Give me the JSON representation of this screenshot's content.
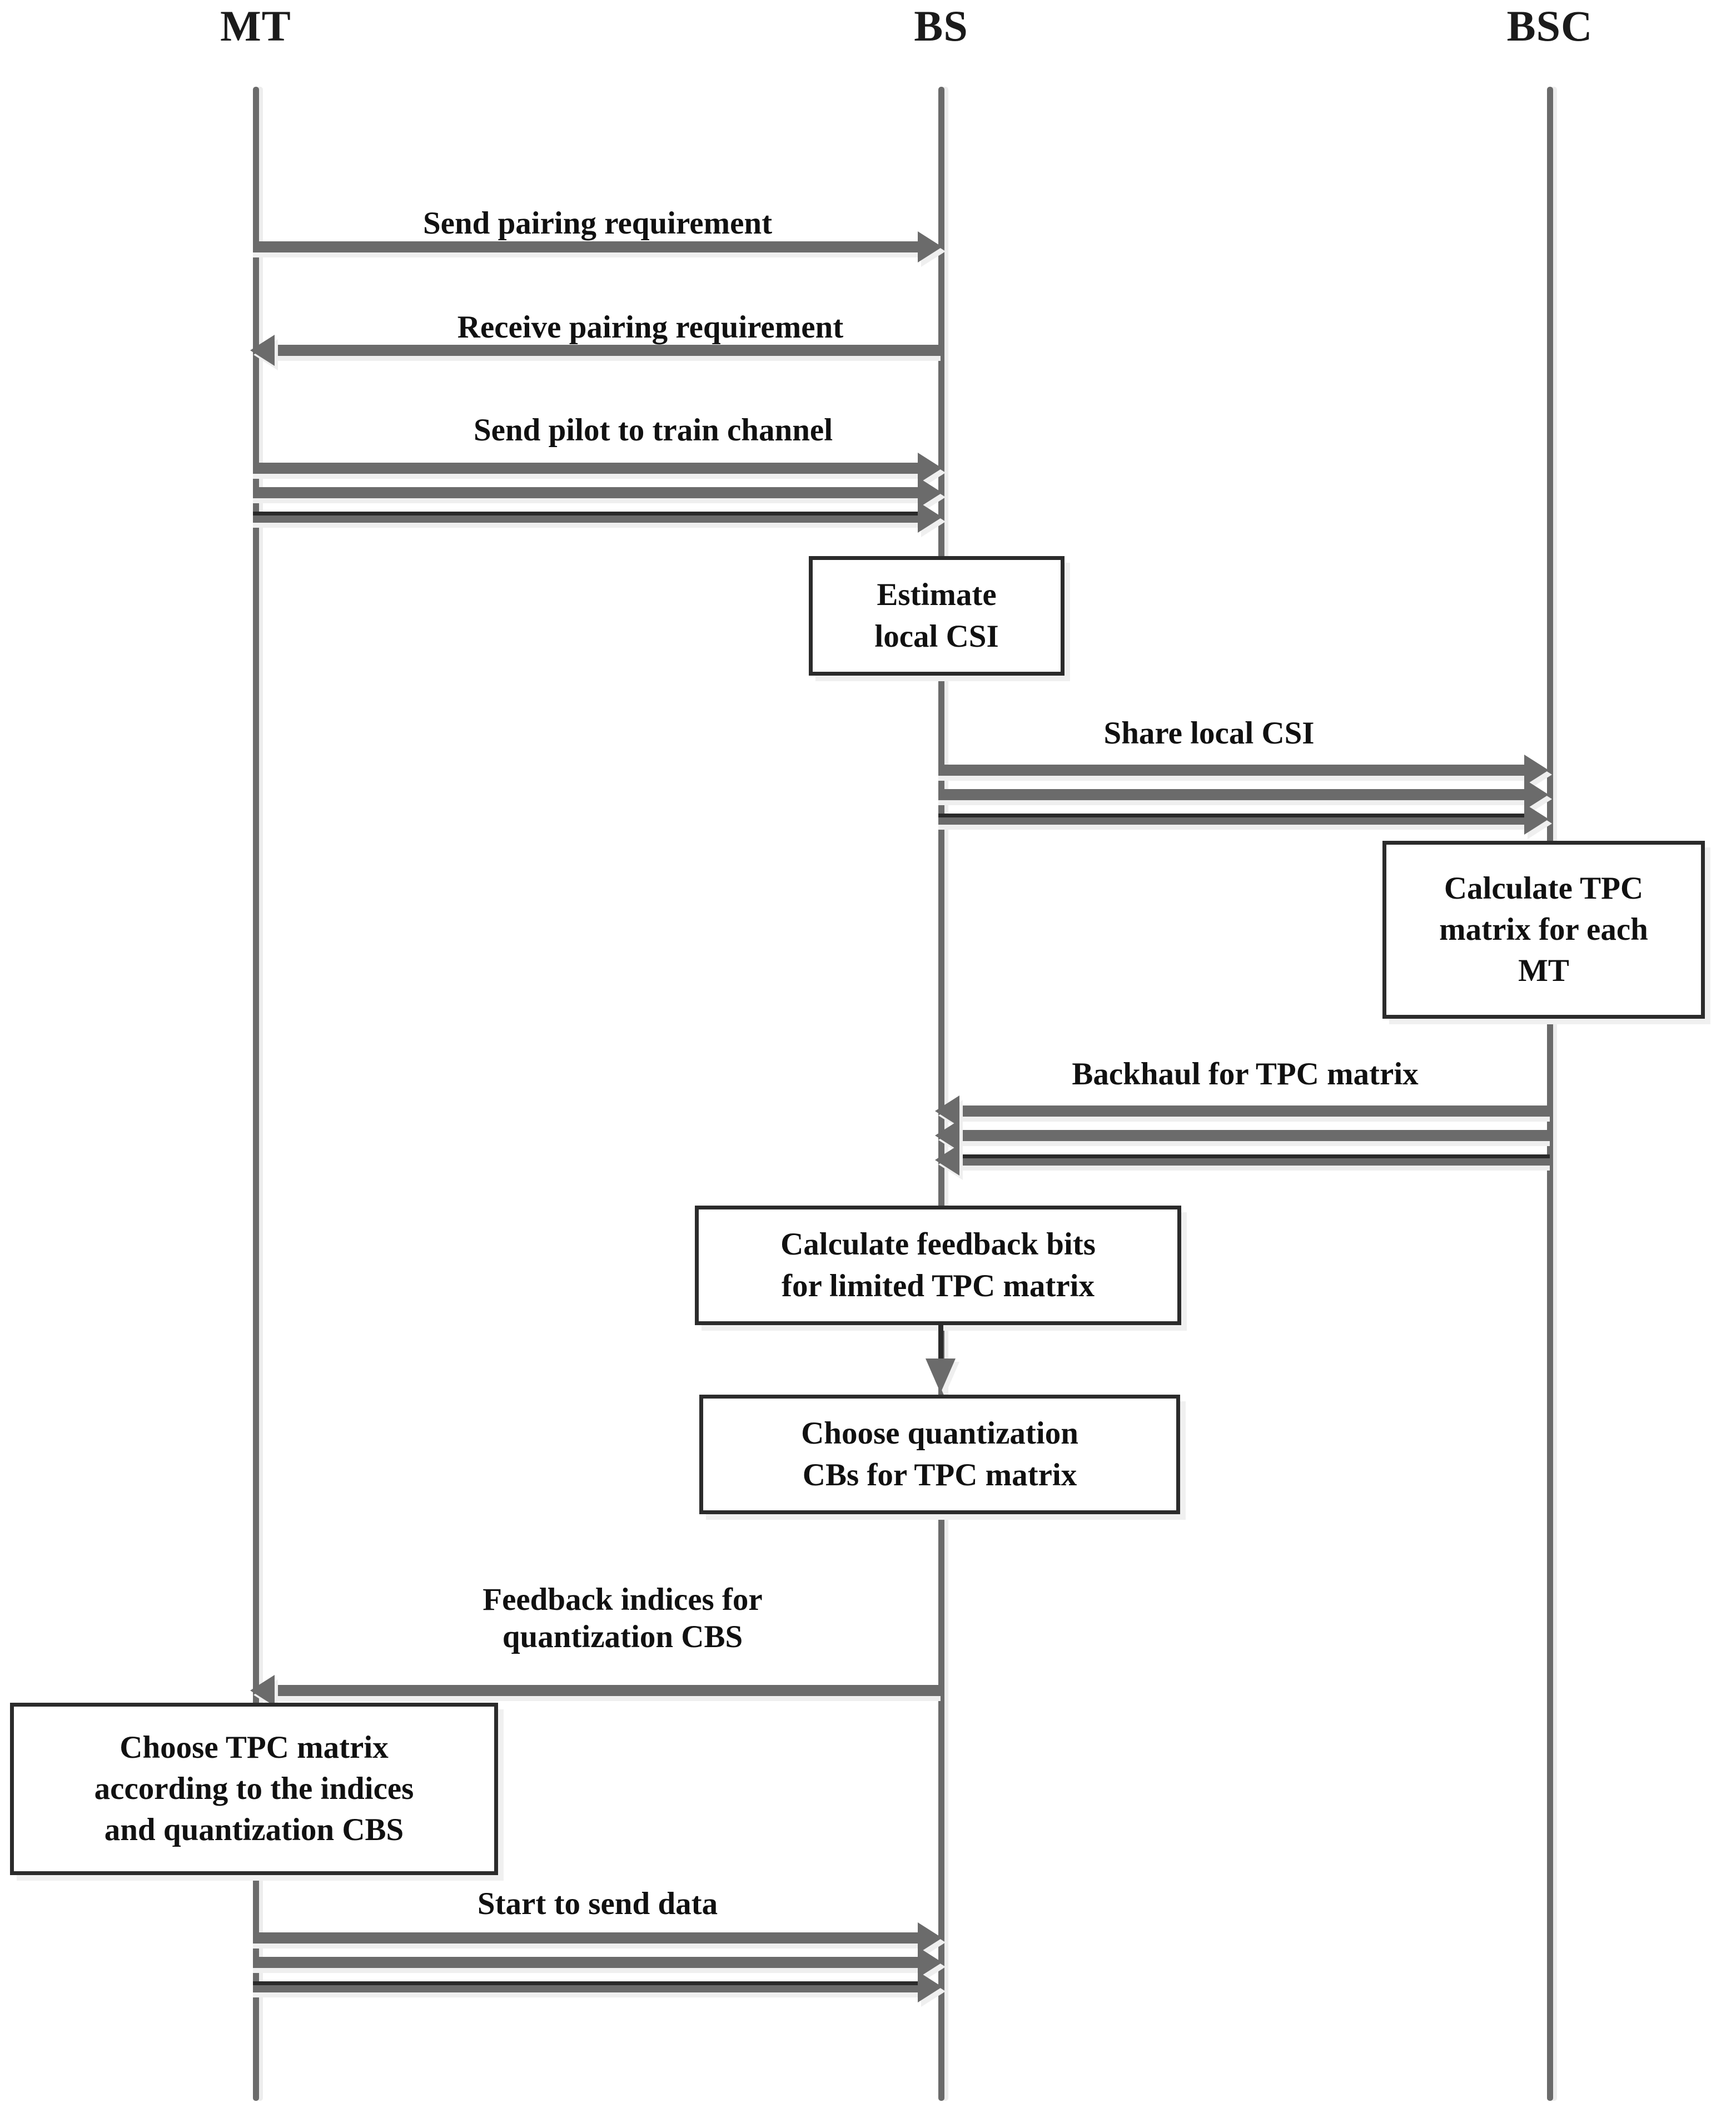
{
  "diagram": {
    "title_actors": [
      {
        "name": "MT",
        "label": "MT"
      },
      {
        "name": "BS",
        "label": "BS"
      },
      {
        "name": "BSC",
        "label": "BSC"
      }
    ],
    "messages": [
      {
        "id": "send-pairing-requirement",
        "label": "Send pairing requirement",
        "from": "MT",
        "to": "BS",
        "beams": 1,
        "direction": "right"
      },
      {
        "id": "receive-pairing-requirement",
        "label": "Receive pairing requirement",
        "from": "BS",
        "to": "MT",
        "beams": 1,
        "direction": "left"
      },
      {
        "id": "send-pilot-to-train-channel",
        "label": "Send pilot to train channel",
        "from": "MT",
        "to": "BS",
        "beams": 3,
        "direction": "right"
      },
      {
        "id": "share-local-csi",
        "label": "Share local CSI",
        "from": "BS",
        "to": "BSC",
        "beams": 3,
        "direction": "right"
      },
      {
        "id": "backhaul-for-tpc-matrix",
        "label": "Backhaul for TPC matrix",
        "from": "BSC",
        "to": "BS",
        "beams": 3,
        "direction": "left"
      },
      {
        "id": "feedback-indices",
        "label_line1": "Feedback indices for",
        "label_line2": "quantization CBS",
        "from": "BS",
        "to": "MT",
        "beams": 1,
        "direction": "left"
      },
      {
        "id": "start-to-send-data",
        "label": "Start to send data",
        "from": "MT",
        "to": "BS",
        "beams": 3,
        "direction": "right"
      }
    ],
    "process_boxes": [
      {
        "id": "estimate-local-csi",
        "lines": [
          "Estimate",
          "local CSI"
        ],
        "on": "BS"
      },
      {
        "id": "calculate-tpc-matrix",
        "lines": [
          "Calculate TPC",
          "matrix for each",
          "MT"
        ],
        "on": "BSC"
      },
      {
        "id": "calculate-feedback-bits",
        "lines": [
          "Calculate feedback bits",
          "for limited TPC matrix"
        ],
        "on": "BS"
      },
      {
        "id": "choose-quantization-cbs",
        "lines": [
          "Choose quantization",
          "CBs for TPC matrix"
        ],
        "on": "BS"
      },
      {
        "id": "choose-tpc-matrix",
        "lines": [
          "Choose TPC matrix",
          "according to the indices",
          "and quantization CBS"
        ],
        "on": "MT"
      }
    ],
    "colors": {
      "lifeline": "#6b6b6b",
      "arrow": "#6b6b6b",
      "box_border": "#2b2b2b",
      "text": "#111111",
      "shadow": "#efefef",
      "background": "#ffffff"
    }
  }
}
